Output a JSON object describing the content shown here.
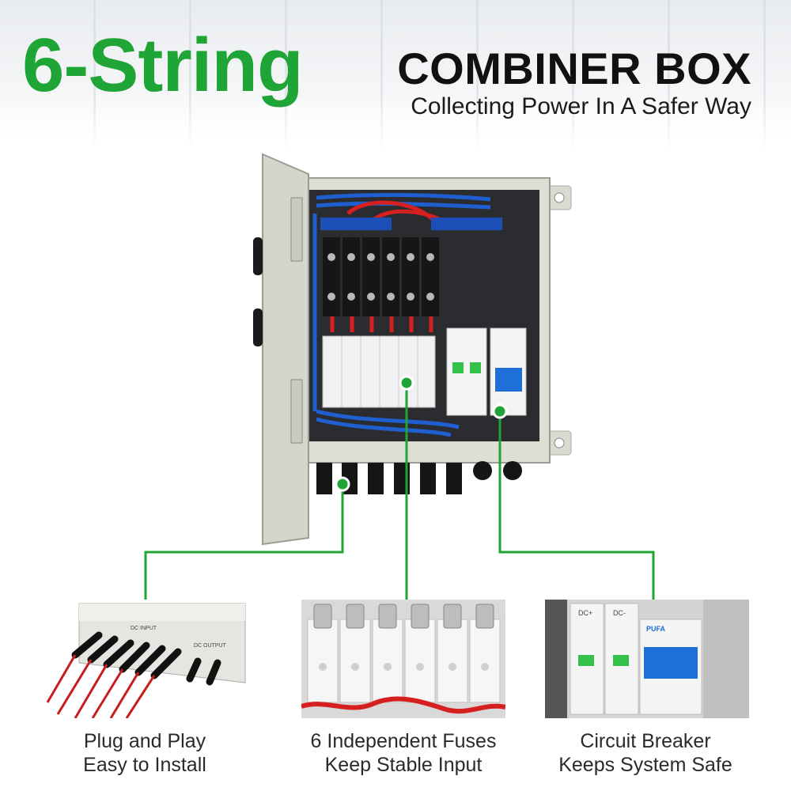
{
  "header": {
    "headline": "6-String",
    "product_title": "COMBINER BOX",
    "tagline": "Collecting Power In A Safer Way"
  },
  "features": [
    {
      "line1": "Plug and Play",
      "line2": "Easy to Install"
    },
    {
      "line1": "6 Independent Fuses",
      "line2": "Keep Stable Input"
    },
    {
      "line1": "Circuit Breaker",
      "line2": "Keeps System Safe"
    }
  ],
  "photo_labels": {
    "dc_input": "DC INPUT",
    "dc_output": "DC OUTPUT",
    "dc_plus": "DC+",
    "dc_minus": "DC-",
    "breaker_brand": "PUFA"
  },
  "colors": {
    "accent_green": "#1ea535",
    "enclosure_beige": "#dcdfd4",
    "wire_red": "#d62020",
    "wire_blue": "#1f5fd0",
    "breaker_blue": "#1e6fd8"
  }
}
